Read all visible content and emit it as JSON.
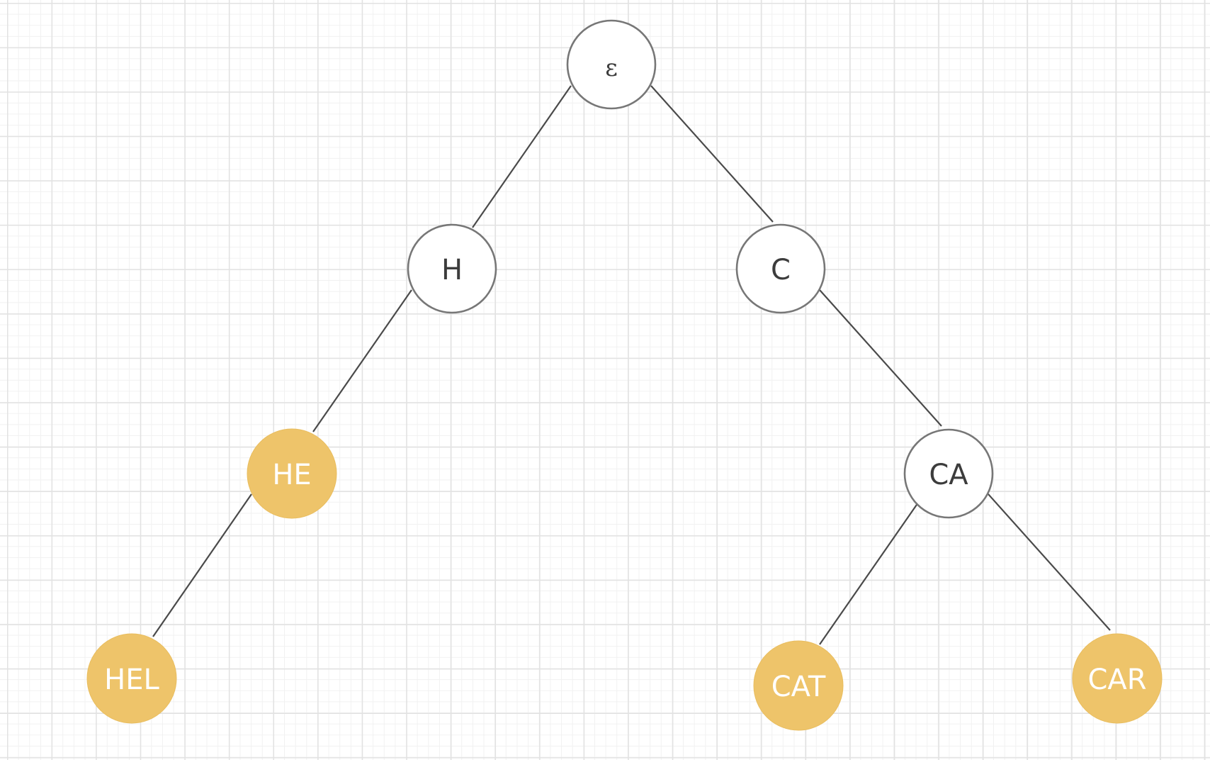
{
  "diagram": {
    "nodes": [
      {
        "id": "root",
        "label": "ε",
        "kind": "plain"
      },
      {
        "id": "h",
        "label": "H",
        "kind": "plain"
      },
      {
        "id": "c",
        "label": "C",
        "kind": "plain"
      },
      {
        "id": "he",
        "label": "HE",
        "kind": "word"
      },
      {
        "id": "ca",
        "label": "CA",
        "kind": "plain"
      },
      {
        "id": "hel",
        "label": "HEL",
        "kind": "word"
      },
      {
        "id": "cat",
        "label": "CAT",
        "kind": "word"
      },
      {
        "id": "car",
        "label": "CAR",
        "kind": "word"
      }
    ],
    "edges": [
      {
        "from": "root",
        "to": "h"
      },
      {
        "from": "root",
        "to": "c"
      },
      {
        "from": "h",
        "to": "he"
      },
      {
        "from": "he",
        "to": "hel"
      },
      {
        "from": "c",
        "to": "ca"
      },
      {
        "from": "ca",
        "to": "cat"
      },
      {
        "from": "ca",
        "to": "car"
      }
    ]
  },
  "colors": {
    "word_node_fill": "#eec46a",
    "plain_node_fill": "#ffffff",
    "plain_node_stroke": "#777777",
    "edge": "#4a4a4a",
    "grid_major": "#e2e2e2",
    "grid_minor": "#f1f1f1"
  }
}
